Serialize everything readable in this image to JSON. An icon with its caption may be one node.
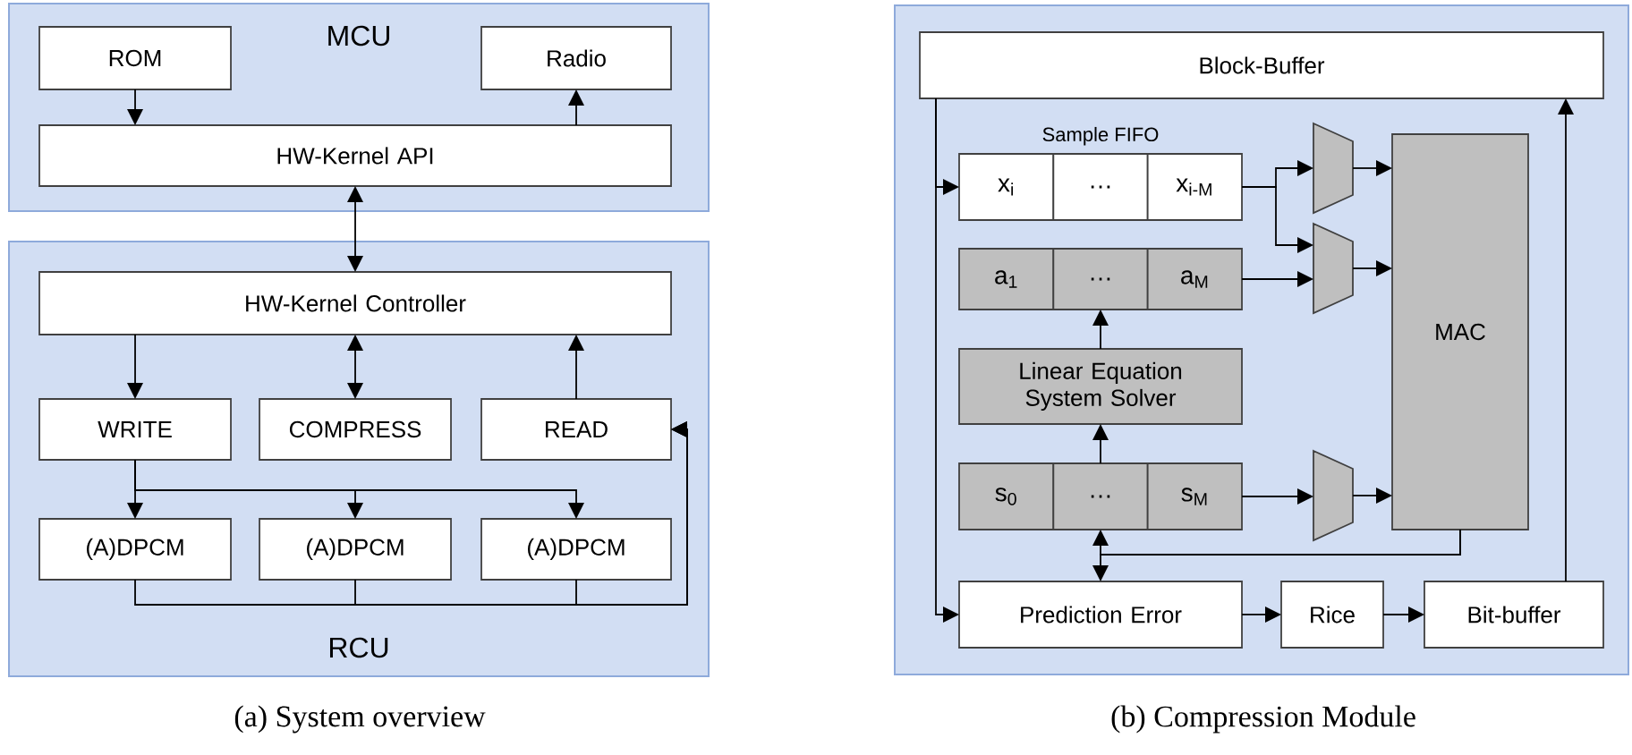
{
  "diagram": {
    "nodes": [
      {
        "text": [
          "MCU"
        ]
      },
      {
        "text": [
          "ROM"
        ],
        "in": 0
      },
      {
        "text": [
          "Radio"
        ],
        "in": 0
      },
      {
        "text": [
          "HW-Kernel API"
        ],
        "in": 0
      },
      {
        "text": [
          "RCU"
        ]
      },
      {
        "text": [
          "HW-Kernel Controller"
        ],
        "in": 4
      },
      {
        "text": [
          "WRITE"
        ],
        "in": 4
      },
      {
        "text": [
          "COMPRESS"
        ],
        "in": 4
      },
      {
        "text": [
          "READ"
        ],
        "in": 4
      },
      {
        "text": [
          "(A)DPCM"
        ],
        "in": 4
      },
      {
        "text": [
          "(A)DPCM"
        ],
        "in": 4
      },
      {
        "text": [
          "(A)DPCM"
        ],
        "in": 4
      },
      {
        "text": [],
        "shape": "box"
      },
      {
        "text": [
          "Block-Buffer"
        ],
        "in": 12
      },
      {
        "text": [
          "Sample FIFO",
          "x$_{i}$",
          "…",
          "x$_{i-M}$"
        ],
        "in": 12
      },
      {
        "text": [
          "a$_{1}$",
          "…",
          "a$_{M}$"
        ],
        "in": 12
      },
      {
        "text": [
          "Linear Equation System Solver"
        ],
        "in": 12
      },
      {
        "text": [
          "s$_{0}$",
          "…",
          "s$_{M}$"
        ],
        "in": 12
      },
      {
        "text": [],
        "shape": "trapezoid",
        "in": 12
      },
      {
        "text": [],
        "shape": "trapezoid",
        "in": 12
      },
      {
        "text": [],
        "shape": "trapezoid",
        "in": 12
      },
      {
        "text": [
          "MAC"
        ],
        "in": 12
      },
      {
        "text": [
          "Prediction Error"
        ],
        "in": 12
      },
      {
        "text": [
          "Rice"
        ],
        "in": 12
      },
      {
        "text": [
          "Bit-buffer"
        ],
        "in": 12
      }
    ],
    "edges": [
      {
        "from": 1,
        "to": 3,
        "arrow": "to"
      },
      {
        "from": 3,
        "to": 2,
        "arrow": "to"
      },
      {
        "from": 3,
        "to": 5,
        "arrow": "both"
      },
      {
        "from": 5,
        "to": 6,
        "arrow": "to"
      },
      {
        "from": 7,
        "to": 5,
        "arrow": "both"
      },
      {
        "from": 8,
        "to": 5,
        "arrow": "to"
      },
      {
        "from": 6,
        "to": 9,
        "arrow": "to"
      },
      {
        "from": 6,
        "to": 10,
        "arrow": "to"
      },
      {
        "from": 6,
        "to": 11,
        "arrow": "to"
      },
      {
        "from": 9,
        "to": 8,
        "arrow": "to"
      },
      {
        "from": 10,
        "to": 8,
        "arrow": "to"
      },
      {
        "from": 11,
        "to": 8,
        "arrow": "to"
      },
      {
        "from": 13,
        "to": 14,
        "arrow": "to"
      },
      {
        "from": 13,
        "to": 22,
        "arrow": "to"
      },
      {
        "from": 14,
        "to": 18,
        "arrow": "to"
      },
      {
        "from": 14,
        "to": 19,
        "arrow": "to"
      },
      {
        "from": 15,
        "to": 19,
        "arrow": "to"
      },
      {
        "from": 18,
        "to": 21,
        "arrow": "to"
      },
      {
        "from": 19,
        "to": 21,
        "arrow": "to"
      },
      {
        "from": 20,
        "to": 21,
        "arrow": "to"
      },
      {
        "from": 17,
        "to": 20,
        "arrow": "to"
      },
      {
        "from": 17,
        "to": 16,
        "arrow": "to"
      },
      {
        "from": 16,
        "to": 15,
        "arrow": "to"
      },
      {
        "from": 21,
        "to": 17,
        "arrow": "to"
      },
      {
        "from": 21,
        "to": 22,
        "arrow": "to"
      },
      {
        "from": 22,
        "to": 23,
        "arrow": "to"
      },
      {
        "from": 23,
        "to": 24,
        "arrow": "to"
      },
      {
        "from": 24,
        "to": 13,
        "arrow": "to"
      }
    ],
    "labels": [
      "(a) System overview",
      "(b) Compression Module"
    ]
  }
}
